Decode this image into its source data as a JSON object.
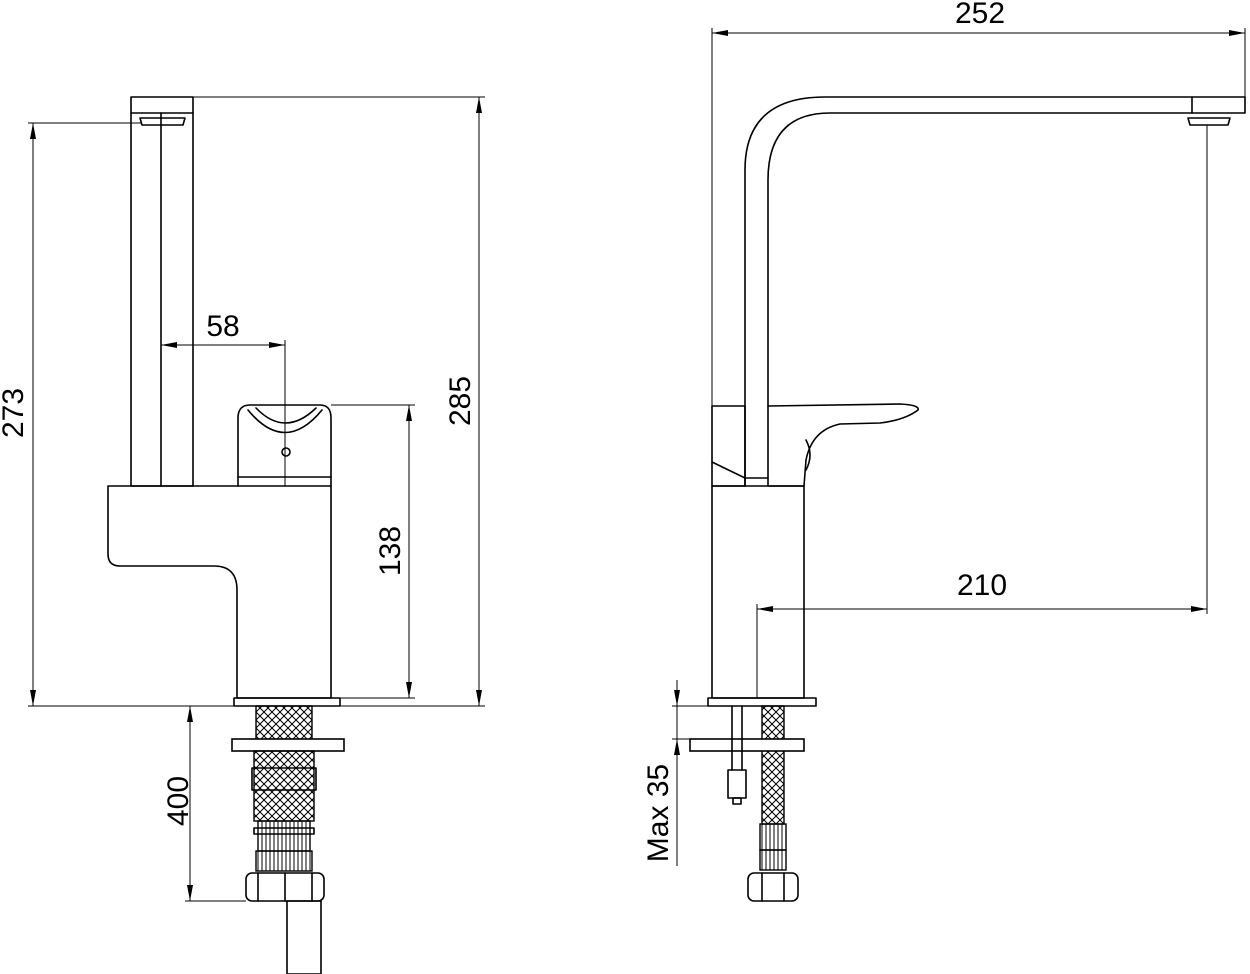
{
  "dimensions": {
    "spout_width": "58",
    "outlet_height": "273",
    "overall_height": "285",
    "lever_height": "138",
    "hose_length": "400",
    "overall_length": "252",
    "spout_reach": "210",
    "max_counter_thickness": "Max 35"
  }
}
